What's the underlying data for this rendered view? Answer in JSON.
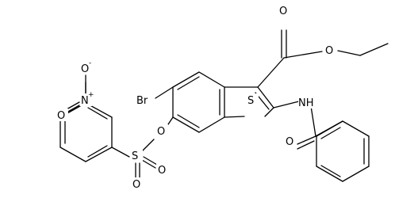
{
  "molecule": {
    "atoms": {
      "o_nitro_top": "O",
      "o_nitro_top_charge": "-",
      "n_nitro": "N",
      "n_nitro_charge": "+",
      "o_nitro_left": "O",
      "br": "Br",
      "s_ring": "S",
      "o_ester_carbonyl": "O",
      "o_ester_ether": "O",
      "nh": "NH",
      "o_amide": "O",
      "o_sulfonate": "O",
      "s_sulfonyl": "S",
      "o_sulfonyl_left": "O",
      "o_sulfonyl_right": "O"
    }
  }
}
